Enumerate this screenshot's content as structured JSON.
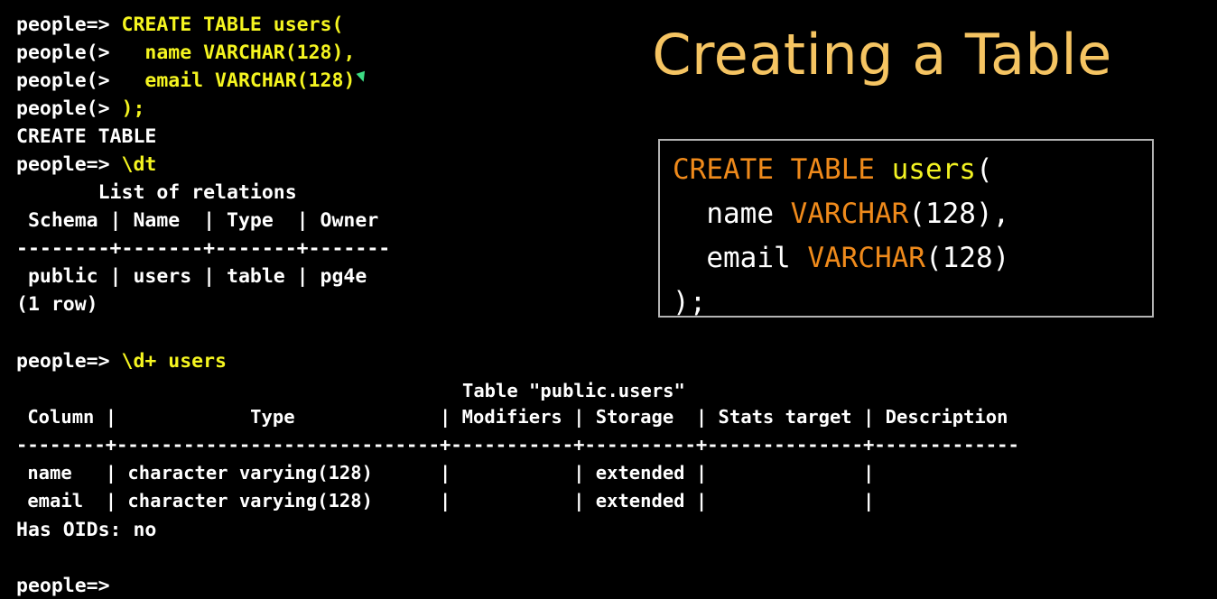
{
  "slide": {
    "title": "Creating a Table",
    "title_color": "#f5c462",
    "background_color": "#000000"
  },
  "terminal": {
    "prompt": "people=>",
    "continuation_prompt": "people(>",
    "prompt_color": "#ffffff",
    "command_color": "#f5f520",
    "top_block": [
      {
        "prompt": "people=> ",
        "command": "CREATE TABLE users("
      },
      {
        "prompt": "people(>   ",
        "command": "name VARCHAR(128),"
      },
      {
        "prompt": "people(>   ",
        "command": "email VARCHAR(128)"
      },
      {
        "prompt": "people(> ",
        "command": ");"
      },
      {
        "prompt": "CREATE TABLE",
        "command": ""
      },
      {
        "prompt": "people=> ",
        "command": "\\dt"
      }
    ],
    "relations_output": [
      "       List of relations",
      " Schema | Name  | Type  | Owner ",
      "--------+-------+-------+-------",
      " public | users | table | pg4e",
      "(1 row)"
    ],
    "describe_command": {
      "prompt": "people=> ",
      "command": "\\d+ users"
    },
    "describe_title": "Table \"public.users\"",
    "describe_output": [
      " Column |            Type             | Modifiers | Storage  | Stats target | Description ",
      "--------+-----------------------------+-----------+----------+--------------+-------------",
      " name   | character varying(128)      |           | extended |              |             ",
      " email  | character varying(128)      |           | extended |              |             "
    ],
    "describe_table": {
      "headers": [
        "Column",
        "Type",
        "Modifiers",
        "Storage",
        "Stats target",
        "Description"
      ],
      "rows": [
        [
          "name",
          "character varying(128)",
          "",
          "extended",
          "",
          ""
        ],
        [
          "email",
          "character varying(128)",
          "",
          "extended",
          "",
          ""
        ]
      ]
    },
    "relations_table": {
      "headers": [
        "Schema",
        "Name",
        "Type",
        "Owner"
      ],
      "rows": [
        [
          "public",
          "users",
          "table",
          "pg4e"
        ]
      ],
      "row_count_label": "(1 row)"
    },
    "has_oids": "Has OIDs: no",
    "final_prompt": "people=>"
  },
  "code_box": {
    "border_color": "#b4b4b4",
    "keyword_color": "#ef8a1b",
    "identifier_color": "#f2f222",
    "text_color": "#ffffff",
    "lines": [
      {
        "kw1": "CREATE TABLE ",
        "id1": "users",
        "rest": "("
      },
      {
        "indent": "  ",
        "name": "name ",
        "kw1": "VARCHAR",
        "rest": "(128),"
      },
      {
        "indent": "  ",
        "name": "email ",
        "kw1": "VARCHAR",
        "rest": "(128)"
      },
      {
        "rest": ");"
      }
    ],
    "full_text": "CREATE TABLE users(\n  name VARCHAR(128),\n  email VARCHAR(128)\n);"
  }
}
